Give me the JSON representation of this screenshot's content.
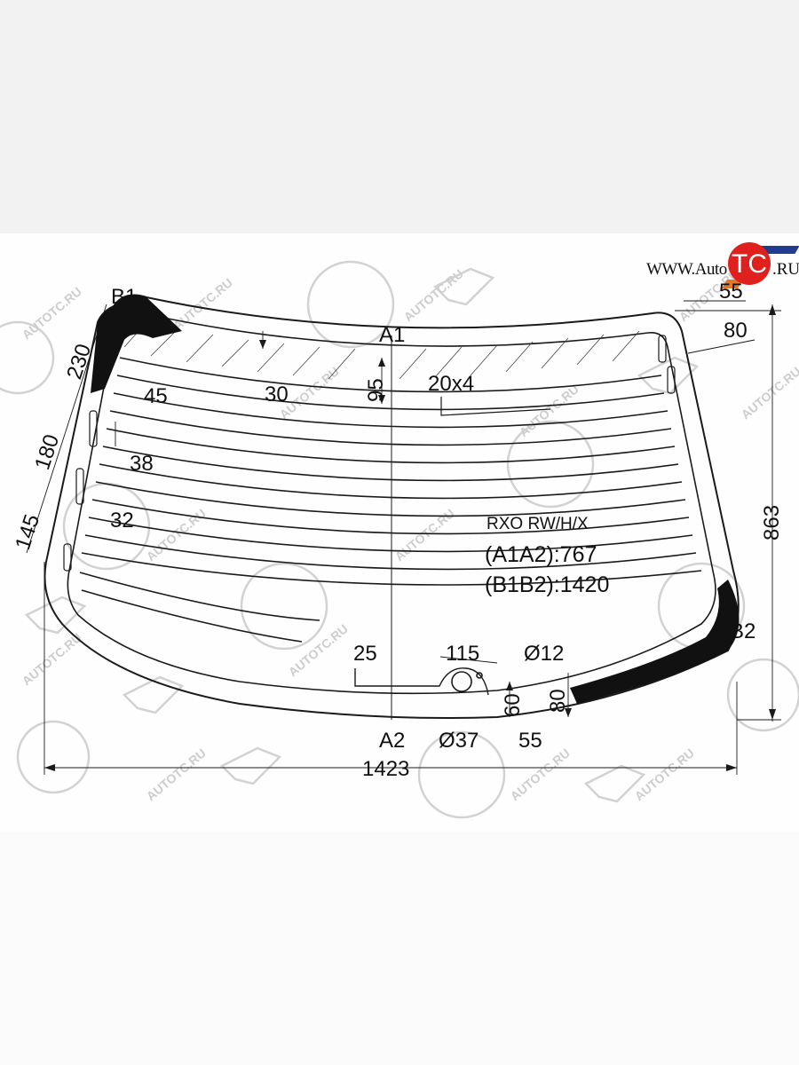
{
  "logo": {
    "www": "WWW.Auto",
    "tc": "TC",
    "ru": ".RU",
    "colors": {
      "circle": "#e0201c",
      "bar": "#1f3c8f",
      "accent": "#e07a2a"
    }
  },
  "watermark": "AUTOTC.RU",
  "points": {
    "a1": "A1",
    "a2": "A2",
    "b1": "B1",
    "b2": "B2"
  },
  "dimensions": {
    "top_right_55": "55",
    "top_right_80": "80",
    "left_230": "230",
    "left_180": "180",
    "left_145": "145",
    "inner_45": "45",
    "inner_38": "38",
    "inner_32": "32",
    "top_30": "30",
    "center_95": "95",
    "heater_20x4": "20x4",
    "bottom_25": "25",
    "bottom_115": "115",
    "hole_small": "Ø12",
    "hole_large": "Ø37",
    "bottom_60": "60",
    "bottom_80": "80",
    "bottom_55": "55",
    "height_863": "863",
    "width_1423": "1423"
  },
  "spec": {
    "code": "RXO RW/H/X",
    "a1a2": "(A1A2):767",
    "b1b2": "(B1B2):1420"
  },
  "colors": {
    "line": "#1a1a1a",
    "ceramic": "#111111",
    "watermark": "#c8c8c8",
    "background": "#fefefe",
    "frame": "#f2f2f2"
  }
}
